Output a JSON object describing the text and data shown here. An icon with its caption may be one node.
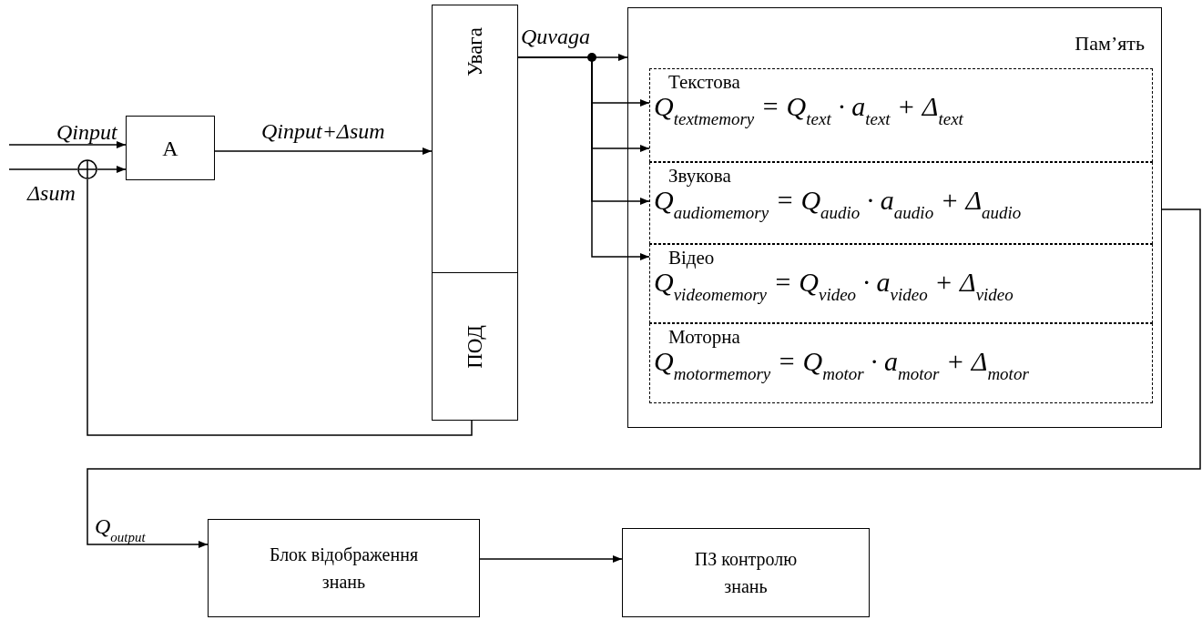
{
  "diagram": {
    "nodes": [
      {
        "text": [
          "A"
        ]
      },
      {
        "text": [
          "Увага"
        ]
      },
      {
        "text": [
          "ПОД"
        ]
      },
      {
        "text": [
          "Пам’ять"
        ]
      },
      {
        "text": [
          "Текстова",
          "Q$_{textmemory}$ = Q$_{text}$ · a$_{text}$ + Δ$_{text}$"
        ],
        "in": 3
      },
      {
        "text": [
          "Звукова",
          "Q$_{audiomemory}$ = Q$_{audio}$ · a$_{audio}$ + Δ$_{audio}$"
        ],
        "in": 3
      },
      {
        "text": [
          "Відео",
          "Q$_{videomemory}$ = Q$_{video}$ · a$_{video}$ + Δ$_{video}$"
        ],
        "in": 3
      },
      {
        "text": [
          "Моторна",
          "Q$_{motormemory}$ = Q$_{motor}$ · a$_{motor}$ + Δ$_{motor}$"
        ],
        "in": 3
      },
      {
        "text": [
          "Блок відображення знань"
        ]
      },
      {
        "text": [
          "ПЗ контролю знань"
        ]
      },
      {
        "text": [],
        "shape": "circle"
      }
    ],
    "edges": [
      {
        "from": null,
        "to": 0,
        "arrow": "to",
        "label": "Qinput"
      },
      {
        "from": 10,
        "to": 0,
        "arrow": "to"
      },
      {
        "from": null,
        "to": 10,
        "arrow": "none"
      },
      {
        "from": 2,
        "to": 10,
        "arrow": "none",
        "label": "Δsum"
      },
      {
        "from": 0,
        "to": 1,
        "arrow": "to",
        "label": "Qinput+Δsum"
      },
      {
        "from": 1,
        "to": 3,
        "arrow": "to",
        "label": "Quvaga"
      },
      {
        "from": 1,
        "to": 4,
        "arrow": "to"
      },
      {
        "from": 1,
        "to": 4,
        "arrow": "to"
      },
      {
        "from": 1,
        "to": 5,
        "arrow": "to"
      },
      {
        "from": 1,
        "to": 6,
        "arrow": "to"
      },
      {
        "from": 3,
        "to": 8,
        "arrow": "to",
        "label": "Q$_{output}$"
      },
      {
        "from": 8,
        "to": 9,
        "arrow": "to"
      }
    ]
  }
}
